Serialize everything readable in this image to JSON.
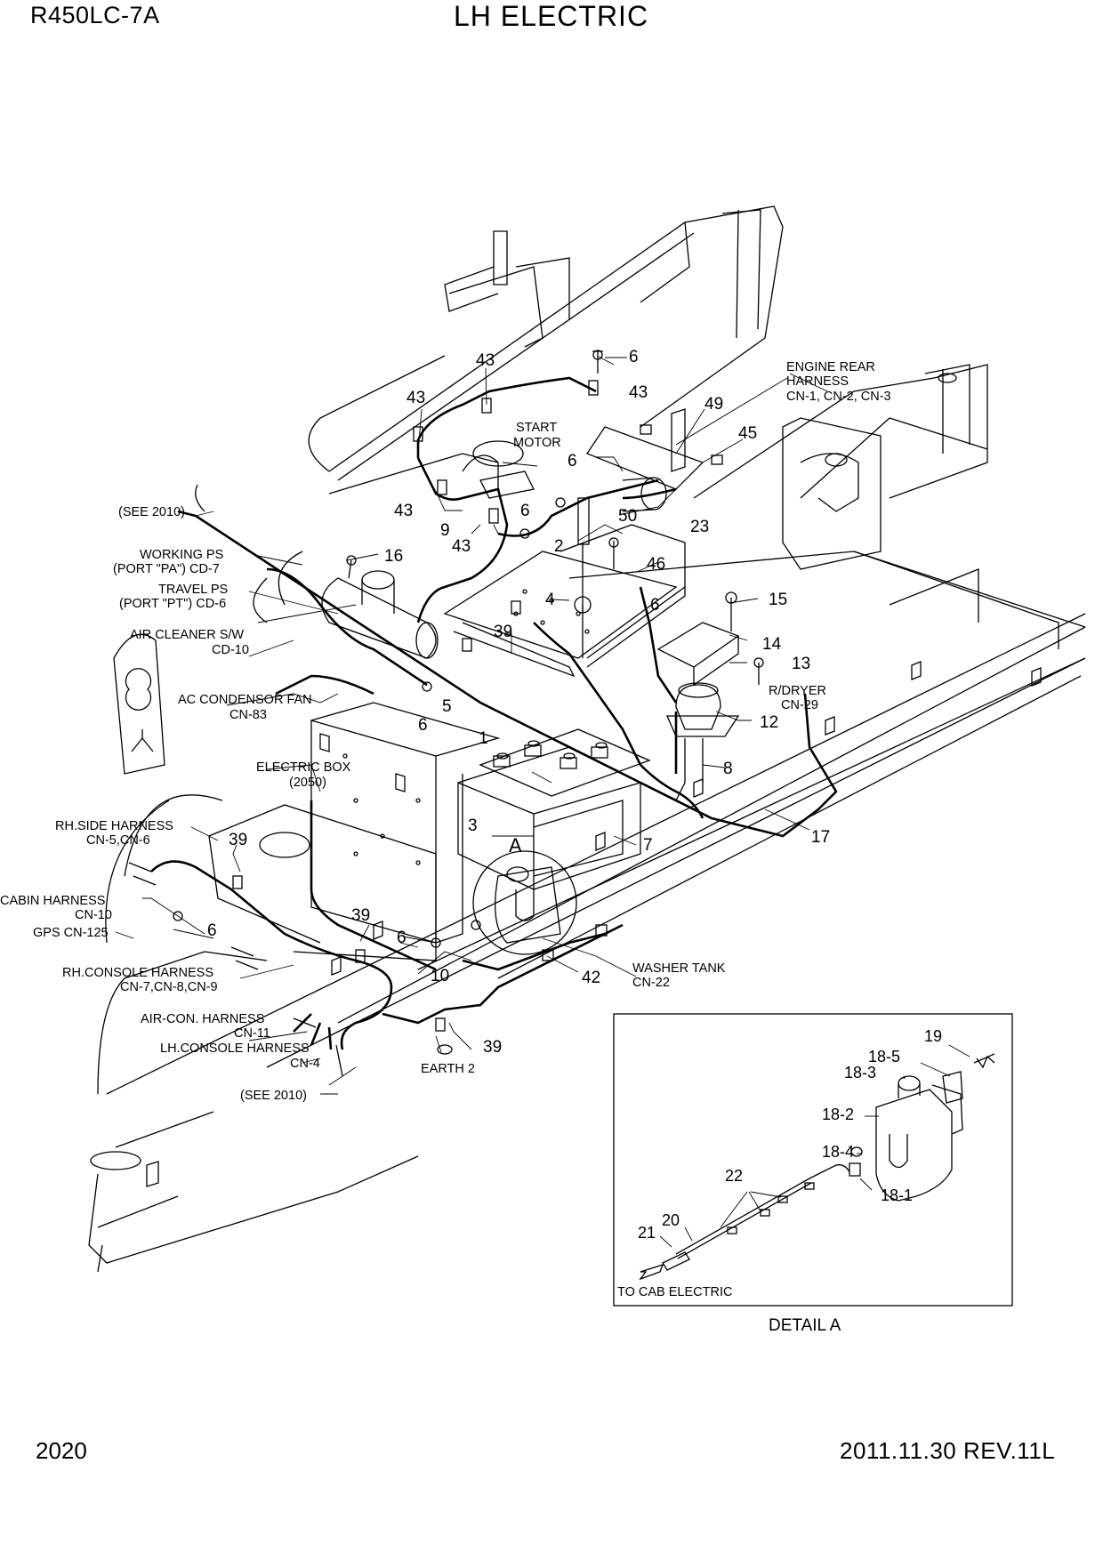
{
  "header": {
    "model": "R450LC-7A",
    "title": "LH ELECTRIC"
  },
  "footer": {
    "page_number": "2020",
    "revision": "2011.11.30  REV.11L"
  },
  "part_numbers": {
    "p43a": "43",
    "p43b": "43",
    "p43c": "43",
    "p43d": "43",
    "p43e": "43",
    "p6a": "6",
    "p6b": "6",
    "p6c": "6",
    "p6d": "6",
    "p6e": "6",
    "p6f": "6",
    "p6g": "6",
    "p49": "49",
    "p45": "45",
    "p50": "50",
    "p23": "23",
    "p9": "9",
    "p2": "2",
    "p46": "46",
    "p16": "16",
    "p4": "4",
    "p39a": "39",
    "p39b": "39",
    "p39c": "39",
    "p39d": "39",
    "p15": "15",
    "p14": "14",
    "p13": "13",
    "p12": "12",
    "p5": "5",
    "p1": "1",
    "p8": "8",
    "p3": "3",
    "p7": "7",
    "p17": "17",
    "p10": "10",
    "p42": "42",
    "pA": "A"
  },
  "labels": {
    "start_motor_1": "START",
    "start_motor_2": "MOTOR",
    "engine_rear_1": "ENGINE REAR",
    "engine_rear_2": "HARNESS",
    "engine_rear_3": "CN-1, CN-2, CN-3",
    "see2010_top": "(SEE 2010)",
    "working_ps_1": "WORKING PS",
    "working_ps_2": "(PORT \"PA\") CD-7",
    "travel_ps_1": "TRAVEL PS",
    "travel_ps_2": "(PORT \"PT\") CD-6",
    "air_cleaner_1": "AIR CLEANER S/W",
    "air_cleaner_2": "CD-10",
    "ac_fan_1": "AC CONDENSOR FAN",
    "ac_fan_2": "CN-83",
    "rdryer_1": "R/DRYER",
    "rdryer_2": "CN-29",
    "ebox_1": "ELECTRIC BOX",
    "ebox_2": "(2050)",
    "rh_side_1": "RH.SIDE HARNESS",
    "rh_side_2": "CN-5,CN-6",
    "cabin_1": "CABIN HARNESS",
    "cabin_2": "CN-10",
    "gps": "GPS CN-125",
    "rh_console_1": "RH.CONSOLE HARNESS",
    "rh_console_2": "CN-7,CN-8,CN-9",
    "aircon_1": "AIR-CON. HARNESS",
    "aircon_2": "CN-11",
    "lh_console_1": "LH.CONSOLE HARNESS",
    "lh_console_2": "CN-4",
    "washer_1": "WASHER TANK",
    "washer_2": "CN-22",
    "earth2": "EARTH 2",
    "see2010_bottom": "(SEE 2010)"
  },
  "detail": {
    "title": "DETAIL  A",
    "p19": "19",
    "p18_5": "18-5",
    "p18_3": "18-3",
    "p18_2": "18-2",
    "p18_4": "18-4",
    "p18_1": "18-1",
    "p22": "22",
    "p20": "20",
    "p21": "21",
    "to_cab": "TO CAB ELECTRIC"
  }
}
